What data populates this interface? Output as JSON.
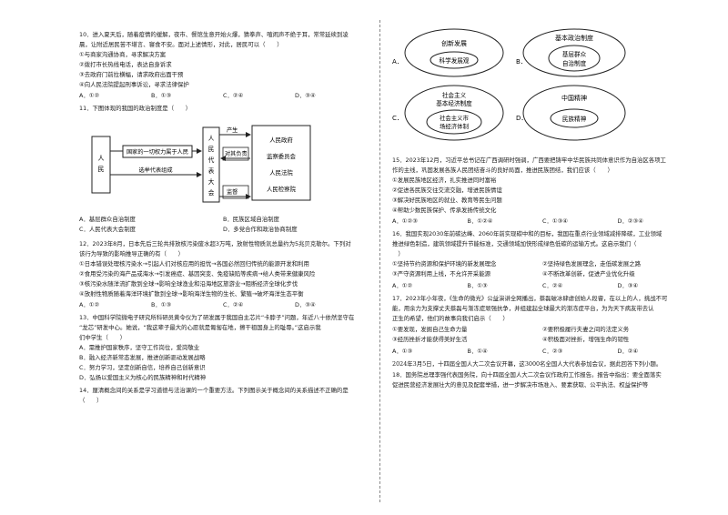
{
  "q10": {
    "stem": [
      "10．进入夏天后，随着疫情的缓解，夜市、餐馆生意开始火爆，猜拳声、喧闹声不绝于耳，常常延续到凌",
      "晨，让附近居民苦不堪言、寝食不安。面对上述情形，对此，居民可以（　　）"
    ],
    "items": [
      "①与商家沟通协商，寻求解决方案",
      "②拨打市长热线电话，表达自身诉求",
      "③去政府门前拉横幅，请求政府出面干预",
      "④向人民法院提起刑事诉讼，寻求法律保护"
    ],
    "options": [
      "A．①②",
      "B．①③",
      "C．②④",
      "D．③④"
    ]
  },
  "q11": {
    "stem": "11．下图体现的我国的政治制度是（　　）",
    "diagram": {
      "people": "人民",
      "power": "国家的一切权力属于人民",
      "election": "选举代表组成",
      "congress": "人民代表大会",
      "produce": "产生",
      "accountable": "对其负责",
      "supervise": "监督",
      "organs": [
        "人民政府",
        "监察委员会",
        "人民法院",
        "人民检察院"
      ]
    },
    "options": [
      "A．基层群众自治制度",
      "B．民族区域自治制度",
      "C．人民代表大会制度",
      "D．多党合作和政治协商制度"
    ]
  },
  "q12": {
    "stem": [
      "12．2023年8月，日本先后三轮共排放核污染废水超3万吨，放射性物质氚总量约为5兆贝克勒尔。下列对",
      "该行为导致的影响推导正确的有（　　）"
    ],
    "items": [
      "①日本错误处理核污染水→引起人们对核应用的担忧→各国必然回归传统的能源开发和利用",
      "②食用受污染的海产品或海水→引发癌症、基因突变、免疫缺陷等疾病→给人类带来健康风险",
      "③核污染水随洋流扩散到全球→影响全球渔业和沿海地区旅游业→阻断经济全球化步伐",
      "④放射性物质随着海洋环境扩散到全球→影响海洋生物的生长、繁殖→破坏海洋生态平衡"
    ],
    "options": [
      "A．①②",
      "B．①③",
      "C．②④",
      "D．③④"
    ]
  },
  "q13": {
    "stem": [
      "13．中国科学院微电子研究所科研员黄令仪为了研发属于我国自主芯片“卡脖子”问题，年近八十依然坚守在",
      "“龙芯”研发中心。她说，“我这辈子最大的心愿就是匍匐在地，擦干祖国身上的耻辱。”这启示我",
      "们中学生（　　）"
    ],
    "options": [
      "A．需推护国家秩序，坚守工作岗位，爱岗敬业",
      "B．融入经济新常态发展，推进创新驱动发展战略",
      "C．努力学习，坚定创新自信，培养自己创新意识",
      "D．弘扬以爱国主义为核心的民族精神和时代精神"
    ]
  },
  "q14": {
    "stem": [
      "14．厘清概念间的关系是学习道德与法治课的一个重要方法。下列图示关于概念间的关系描述不正确的是",
      "（　　）"
    ],
    "sets": {
      "a_outer": "创新发展",
      "a_inner": "科学发展观",
      "b_outer": "基本政治制度",
      "b_inner": "基层群众自治制度",
      "c_outer": "社会主义基本经济制度",
      "c_inner": "社会主义市场经济体制",
      "d_outer": "中国精神",
      "d_inner": "民族精神"
    },
    "letters": [
      "A．",
      "B．",
      "C．",
      "D．"
    ]
  },
  "q15": {
    "stem": [
      "15．2023年12月，习近平总书记在广西调研时强调，广西要把铸牢中华民族共同体意识作为自治区各项工",
      "作的主线，巩固发展各族人民团结奋斗的良好局面，推进民族团结，我们应该（　　）"
    ],
    "items": [
      "①发展民族地区经济，扎实推进同时富裕",
      "②促进各民族交往交流交融，增进民族情谊",
      "③解决好民族地区的就业、教育等民生问题",
      "④帮助少数民族保护、传承发扬传统文化"
    ],
    "options": [
      "A．①②③",
      "B．①②④",
      "C．①③④",
      "D．②③④"
    ]
  },
  "q16": {
    "stem": [
      "16．我国实现2030年前碳达峰、2060年前实现碳中和的目标，我国在重点行业领域减排降碳，工业领域",
      "推进绿色制造，建筑领域提升节能标准，交通领域加快形成绿色低碳的运输方式。这启示我们（",
      "　）"
    ],
    "items": [
      "①坚持节约资源和保护环境的新发展理念",
      "②坚持绿色发展理念，走低碳发展之路",
      "③严守资源利用上线，不允许开采能源",
      "④不断改革创新，促进产业优化升级"
    ],
    "options": [
      "A．①②",
      "B．①③",
      "C．②④",
      "D．③④"
    ]
  },
  "q17": {
    "stem": [
      "17．2023年小年夜，《生命的微光》公益演讲全网播出，蔡磊破冰肆虐创始人段睿，在以上的人，挑战不可",
      "能，用余力为支撑丈夫蔡磊与渐冻症顽强抗争，并组建起全球最大的渐冻症平台，为为天下病友带去认",
      "正生的希望，他们的故事向我们启示（　　）"
    ],
    "items": [
      "①要发现，发掘自己生命力量",
      "②要积极履行夫妻之间的法定义务",
      "③经历挫折才能获得美好生活",
      "④积极面对挫折，增强生命的韧性"
    ],
    "options": [
      "A．①③",
      "B．①④",
      "C．②③",
      "D．②④"
    ]
  },
  "note": "2024年3月5日，十四届全国人大二次会议开幕，这3000名全国人大代表参加会议，据此回答下列小题。",
  "q18": {
    "stem": [
      "18．国务院总理李强代表国务院，向十四届全国人大二次会议作政府工作报告。报告中指出：要全面落实",
      "促进民营经济发展壮大的意见及配套举措，进一步解决市场准入、要素获取、公平执法、权益保护等"
    ]
  }
}
